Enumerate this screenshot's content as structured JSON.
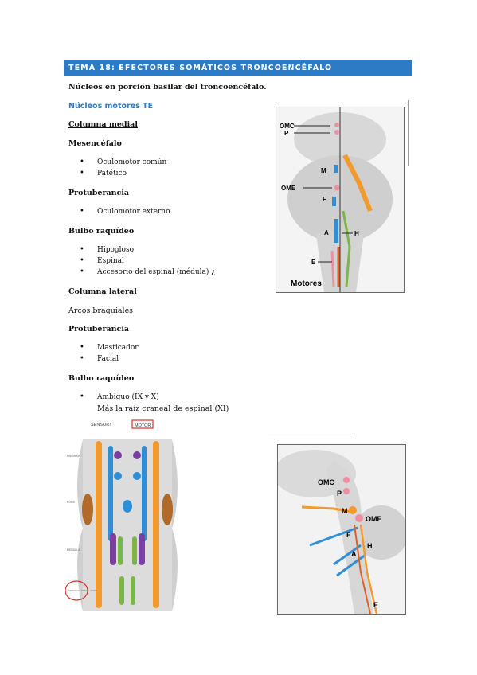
{
  "header": {
    "title": "TEMA 18: EFECTORES SOMÁTICOS TRONCOENCÉFALO"
  },
  "intro": "Núcleos en porción basilar del troncoencéfalo.",
  "section_title": "Núcleos motores TE",
  "medial": {
    "heading": "Columna medial",
    "mes": {
      "label": "Mesencéfalo",
      "items": [
        "Oculomotor común",
        "Patético"
      ]
    },
    "prot": {
      "label": "Protuberancia",
      "items": [
        "Oculomotor externo"
      ]
    },
    "bulbo": {
      "label": "Bulbo raquídeo",
      "items": [
        "Hipogloso",
        "Espinal",
        "Accesorio del espinal (médula) ¿"
      ]
    }
  },
  "lateral": {
    "heading": "Columna lateral",
    "arcos": "Arcos braquiales",
    "prot": {
      "label": "Protuberancia",
      "items": [
        "Masticador",
        "Facial"
      ]
    },
    "bulbo": {
      "label": "Bulbo raquídeo",
      "items": [
        "Ambiguo (IX y X)"
      ],
      "extra": "Más la raíz craneal de espinal (XI)"
    }
  },
  "fig1": {
    "labels": {
      "omc": "OMC",
      "p": "P",
      "m": "M",
      "ome": "OME",
      "f": "F",
      "a": "A",
      "h": "H",
      "e": "E"
    },
    "caption": "Motores"
  },
  "fig2": {
    "sensory": "SENSORY",
    "motor": "MOTOR",
    "midbrain": "MIDBRAIN",
    "pons": "PONS",
    "medulla": "MEDULLA",
    "cervical": "CERVICAL SPINAL CORD"
  },
  "fig3": {
    "labels": {
      "omc": "OMC",
      "p": "P",
      "m": "M",
      "ome": "OME",
      "f": "F",
      "a": "A",
      "h": "H",
      "e": "E"
    }
  },
  "colors": {
    "header": "#2c7bc4",
    "motor_box": "#d9322a",
    "orange": "#f29a2e",
    "blue": "#2e8fd8",
    "purple": "#7a3fa0",
    "green": "#7ab648",
    "pink": "#f08fa0"
  }
}
